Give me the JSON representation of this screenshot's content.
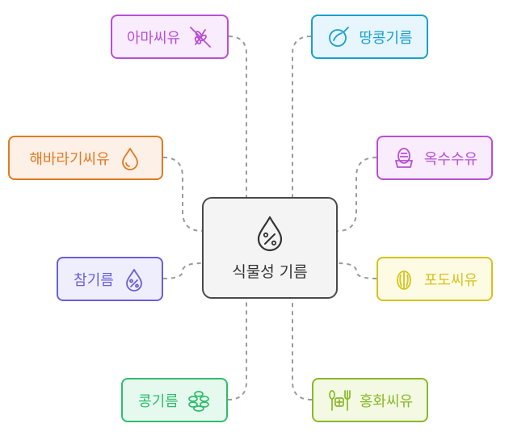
{
  "center": {
    "label": "식물성 기름",
    "icon": "oil-drop-percent-icon",
    "color": "#4a4a4a"
  },
  "nodes": [
    {
      "label": "아마씨유",
      "icon": "no-grain-icon",
      "color": "#b84fd6",
      "bg": "#f8ecfd"
    },
    {
      "label": "땅콩기름",
      "icon": "peanut-ring-icon",
      "color": "#1a9fcf",
      "bg": "#e6f6fc"
    },
    {
      "label": "해바라기씨유",
      "icon": "drop-icon",
      "color": "#e07a22",
      "bg": "#fdf0e6"
    },
    {
      "label": "옥수수유",
      "icon": "corn-bowl-icon",
      "color": "#b84fd6",
      "bg": "#f8ecfd"
    },
    {
      "label": "참기름",
      "icon": "drop-percent-icon",
      "color": "#6a5fd9",
      "bg": "#efeefd"
    },
    {
      "label": "포도씨유",
      "icon": "grape-seed-icon",
      "color": "#d6c31c",
      "bg": "#fdfbe4"
    },
    {
      "label": "콩기름",
      "icon": "soybean-stack-icon",
      "color": "#2fbd6e",
      "bg": "#e6f9ee"
    },
    {
      "label": "홍화씨유",
      "icon": "fork-flower-icon",
      "color": "#8ab82a",
      "bg": "#f3f9e3"
    }
  ]
}
